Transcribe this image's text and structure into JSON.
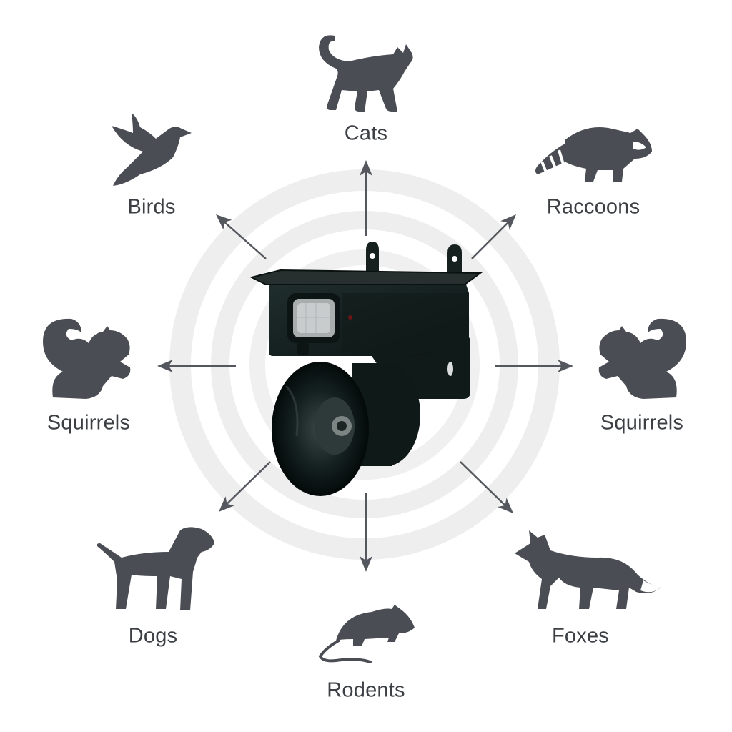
{
  "colors": {
    "icon": "#4a4e54",
    "arrow": "#54585e",
    "label": "#3c4045",
    "device": "#15201f",
    "device_edge": "#0a1211",
    "ring": "#ececec"
  },
  "device": {
    "icon": "ultrasonic-animal-repeller-icon"
  },
  "animals": [
    {
      "key": "cats",
      "label": "Cats",
      "icon": "cat-icon"
    },
    {
      "key": "raccoons",
      "label": "Raccoons",
      "icon": "raccoon-icon"
    },
    {
      "key": "squirrels-right",
      "label": "Squirrels",
      "icon": "squirrel-icon"
    },
    {
      "key": "foxes",
      "label": "Foxes",
      "icon": "fox-icon"
    },
    {
      "key": "rodents",
      "label": "Rodents",
      "icon": "rodent-icon"
    },
    {
      "key": "dogs",
      "label": "Dogs",
      "icon": "dog-icon"
    },
    {
      "key": "squirrels-left",
      "label": "Squirrels",
      "icon": "squirrel-icon"
    },
    {
      "key": "birds",
      "label": "Birds",
      "icon": "bird-icon"
    }
  ]
}
